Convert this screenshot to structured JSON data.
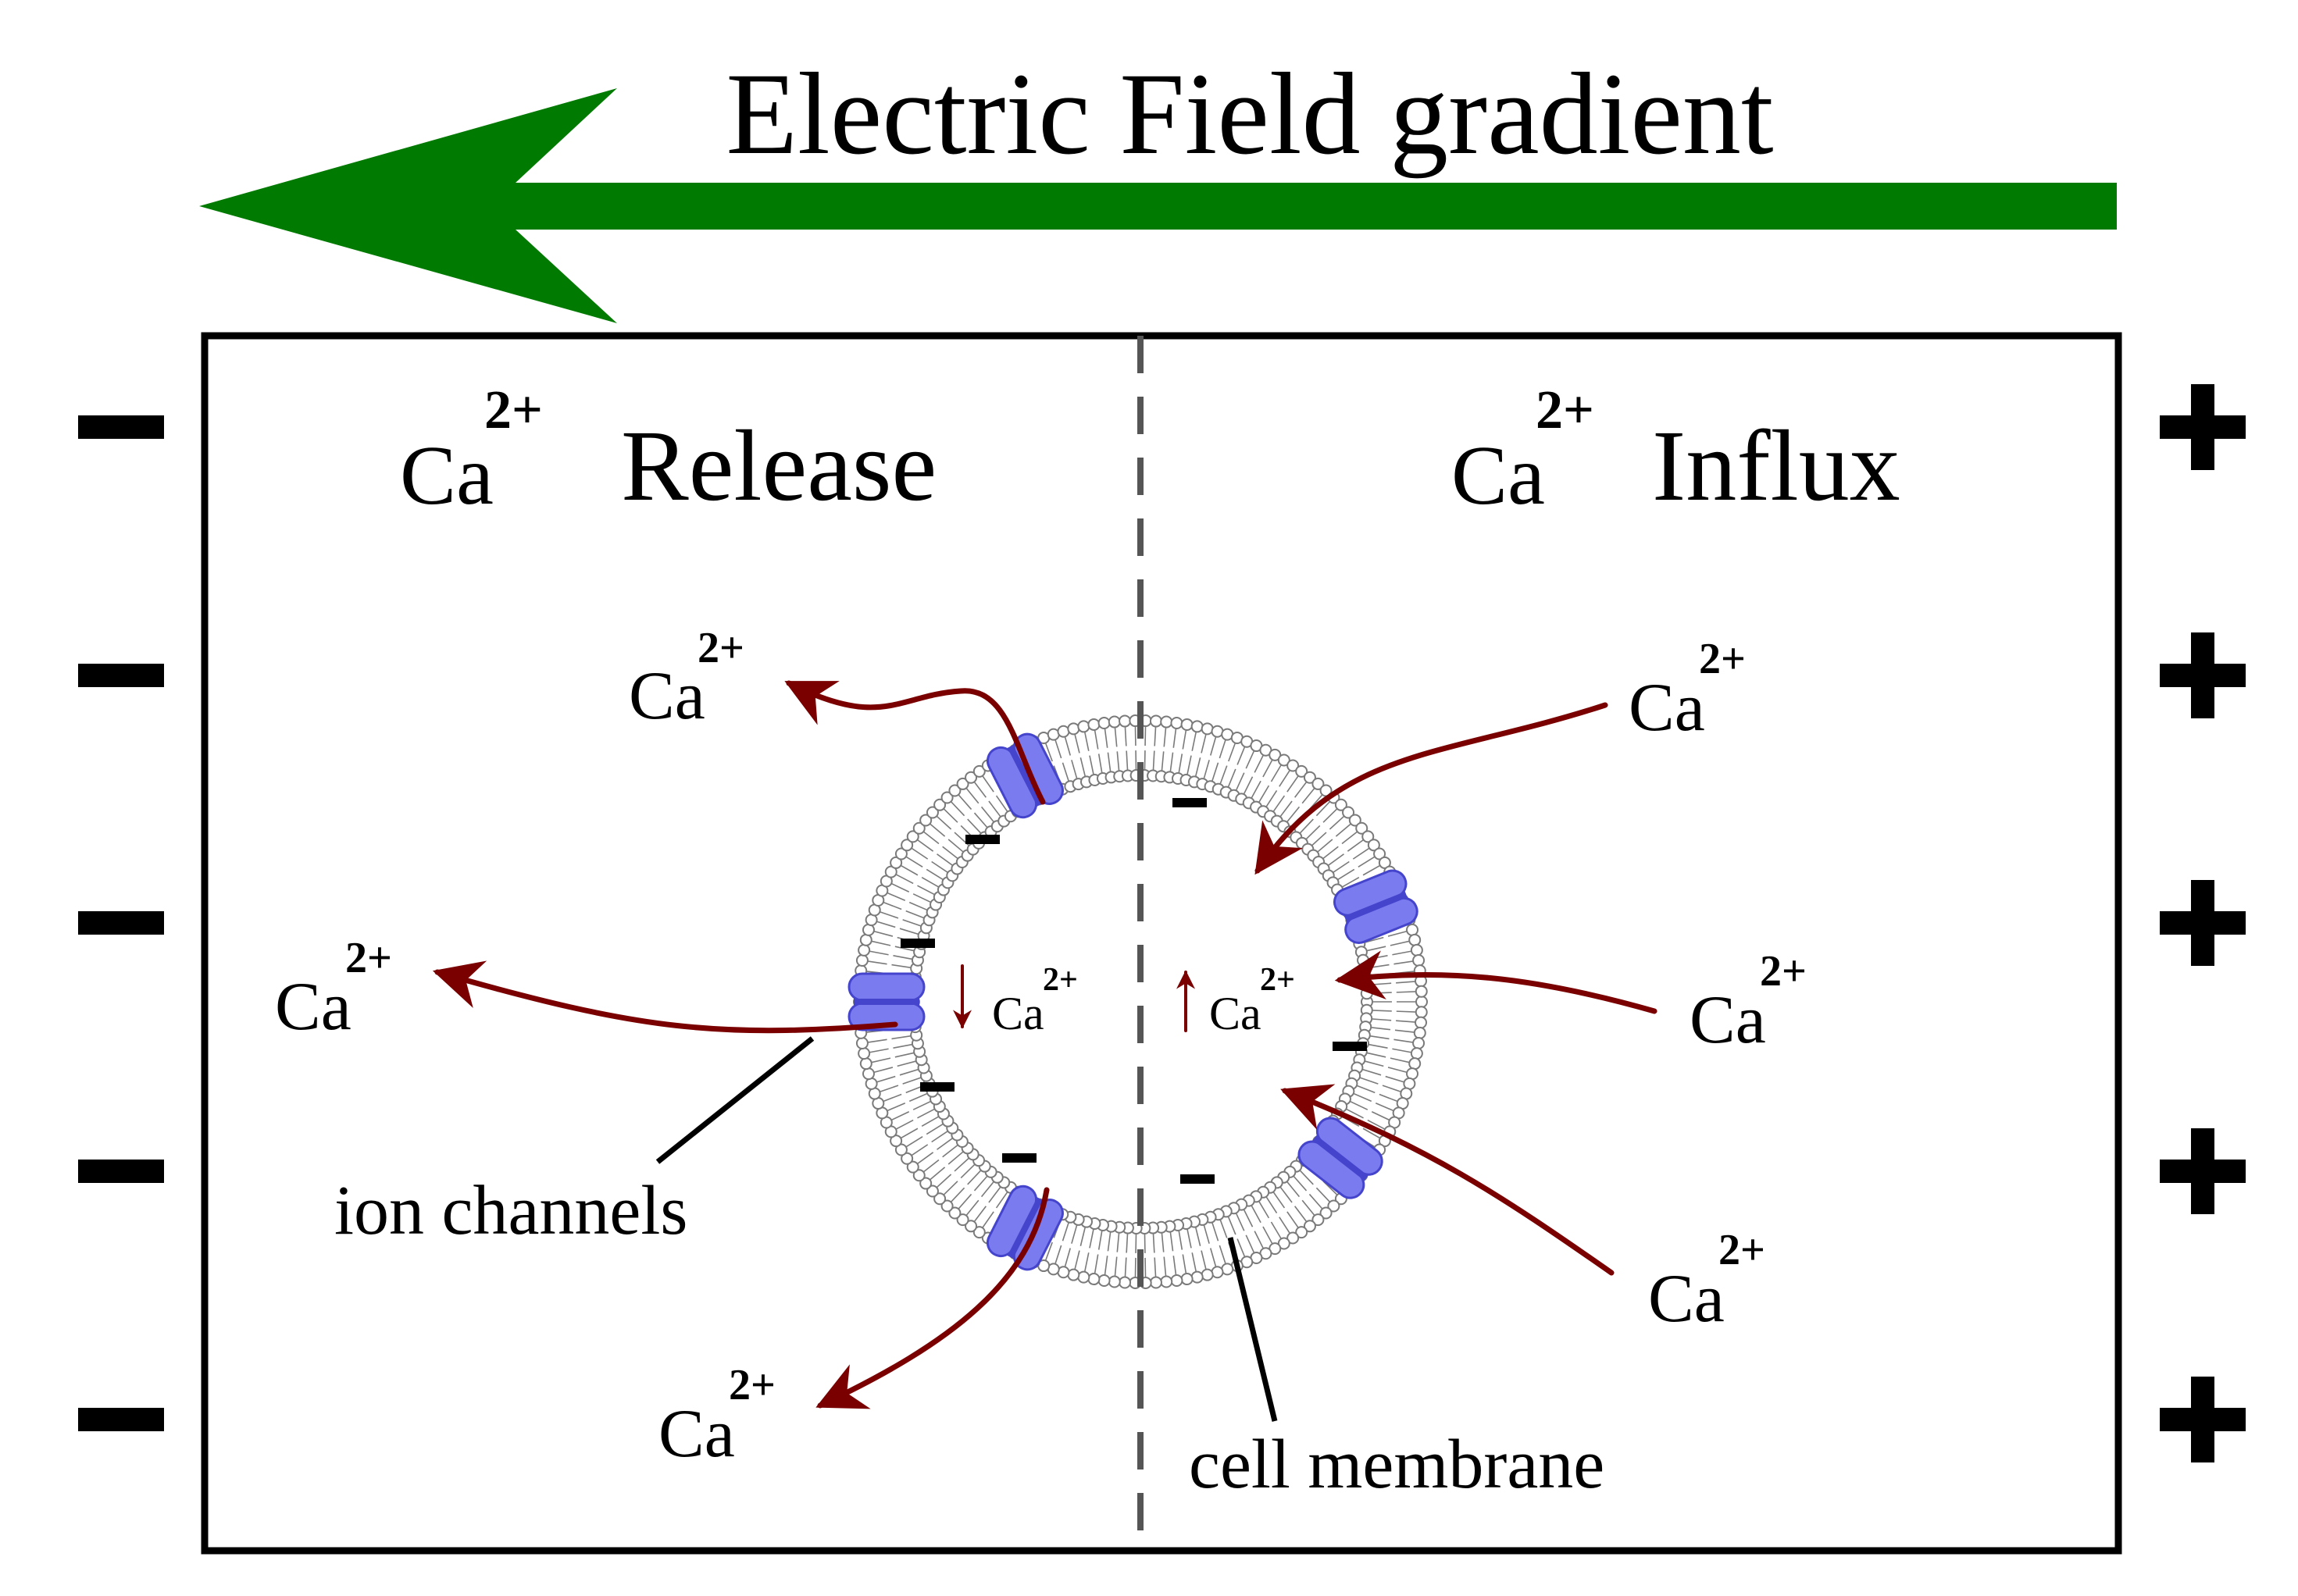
{
  "title": "Electric Field gradient",
  "region_left": {
    "ion": "Ca",
    "charge": "2+",
    "word": "Release"
  },
  "region_right": {
    "ion": "Ca",
    "charge": "2+",
    "word": "Influx"
  },
  "ion_labels": [
    {
      "ion": "Ca",
      "charge": "2+"
    },
    {
      "ion": "Ca",
      "charge": "2+"
    },
    {
      "ion": "Ca",
      "charge": "2+"
    },
    {
      "ion": "Ca",
      "charge": "2+"
    },
    {
      "ion": "Ca",
      "charge": "2+"
    },
    {
      "ion": "Ca",
      "charge": "2+"
    },
    {
      "ion": "Ca",
      "charge": "2+"
    },
    {
      "ion": "Ca",
      "charge": "2+"
    }
  ],
  "callouts": {
    "ion_channels": "ion channels",
    "cell_membrane": "cell membrane"
  },
  "colors": {
    "field_arrow": "#007a00",
    "ion_flow_arrow": "#7a0000",
    "ion_channel": "#7b7bf0",
    "ion_channel_dark": "#4444cc",
    "membrane_outline": "#7a7a7a",
    "divider": "#555555"
  },
  "icons": {
    "negative_electrode": "minus-sign",
    "positive_electrode": "plus-sign"
  }
}
